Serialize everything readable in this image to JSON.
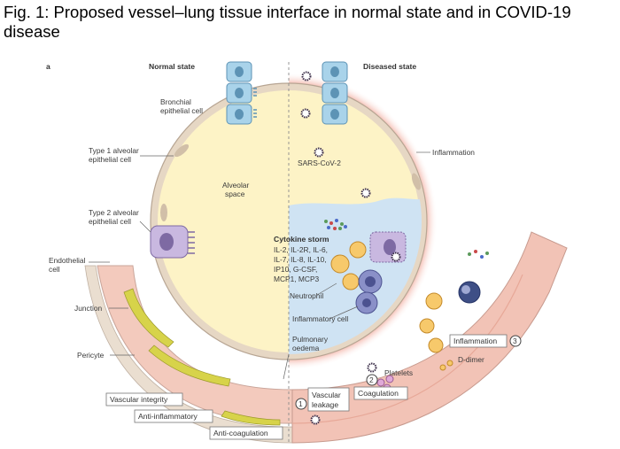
{
  "figure": {
    "title": "Fig. 1: Proposed vessel–lung tissue interface in normal state and in COVID-19 disease",
    "panel": "a",
    "header_normal": "Normal state",
    "header_diseased": "Diseased state"
  },
  "labels": {
    "bronchial_1": "Bronchial",
    "bronchial_2": "epithelial cell",
    "type1_1": "Type 1 alveolar",
    "type1_2": "epithelial cell",
    "alveolar_1": "Alveolar",
    "alveolar_2": "space",
    "type2_1": "Type 2 alveolar",
    "type2_2": "epithelial cell",
    "endothelial_1": "Endothelial",
    "endothelial_2": "cell",
    "junction": "Junction",
    "pericyte": "Pericyte",
    "inflammation_top": "Inflammation",
    "sars": "SARS-CoV-2",
    "cytokine_title": "Cytokine storm",
    "cytokine_1": "IL-2, IL-2R, IL-6,",
    "cytokine_2": "IL-7, IL-8, IL-10,",
    "cytokine_3": "IP10, G-CSF,",
    "cytokine_4": "MCP1, MCP3",
    "neutrophil": "Neutrophil",
    "inflam_cell": "Inflammatory cell",
    "oedema_1": "Pulmonary",
    "oedema_2": "oedema",
    "ddimer": "D-dimer",
    "platelets": "Platelets"
  },
  "boxes": {
    "vascular_integrity": "Vascular integrity",
    "anti_inflammatory": "Anti-inflammatory",
    "anti_coagulation": "Anti-coagulation",
    "vascular_leakage_1": "Vascular",
    "vascular_leakage_2": "leakage",
    "coagulation": "Coagulation",
    "inflammation_box": "Inflammation"
  },
  "steps": {
    "one": "1",
    "two": "2",
    "three": "3"
  },
  "colors": {
    "alveolus": "#fdf3c6",
    "oedema": "#cfe3f3",
    "inflammation": "#d9402a",
    "vessel": "#f0c4b8",
    "pericyte": "#dcd94a",
    "bronchial": "#a9d3ea",
    "type2": "#c9b8e0",
    "neutrophil": "#f7c96b",
    "inflammatory_cell": "#8a90c8"
  }
}
